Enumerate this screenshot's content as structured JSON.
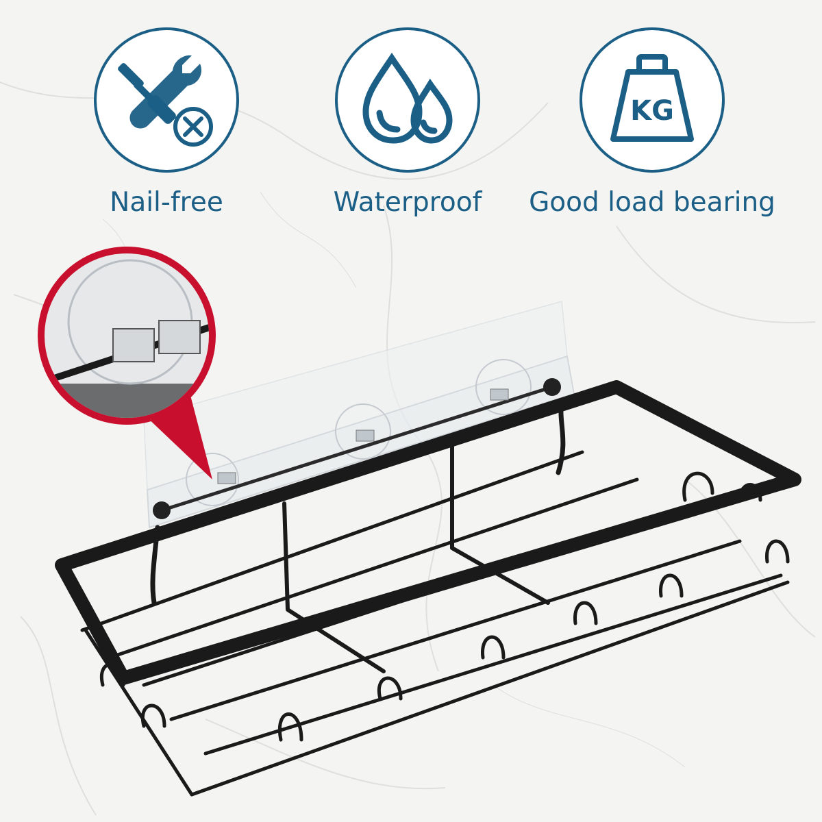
{
  "features": [
    {
      "label": "Nail-free",
      "icon": "tools-crossed-icon"
    },
    {
      "label": "Waterproof",
      "icon": "water-drops-icon"
    },
    {
      "label": "Good load bearing",
      "icon": "weight-kg-icon",
      "icon_text": "KG"
    }
  ],
  "colors": {
    "accent": "#1b5f86",
    "callout": "#c8102e",
    "rack": "#1a1a1a",
    "background": "#f3f3f1"
  }
}
